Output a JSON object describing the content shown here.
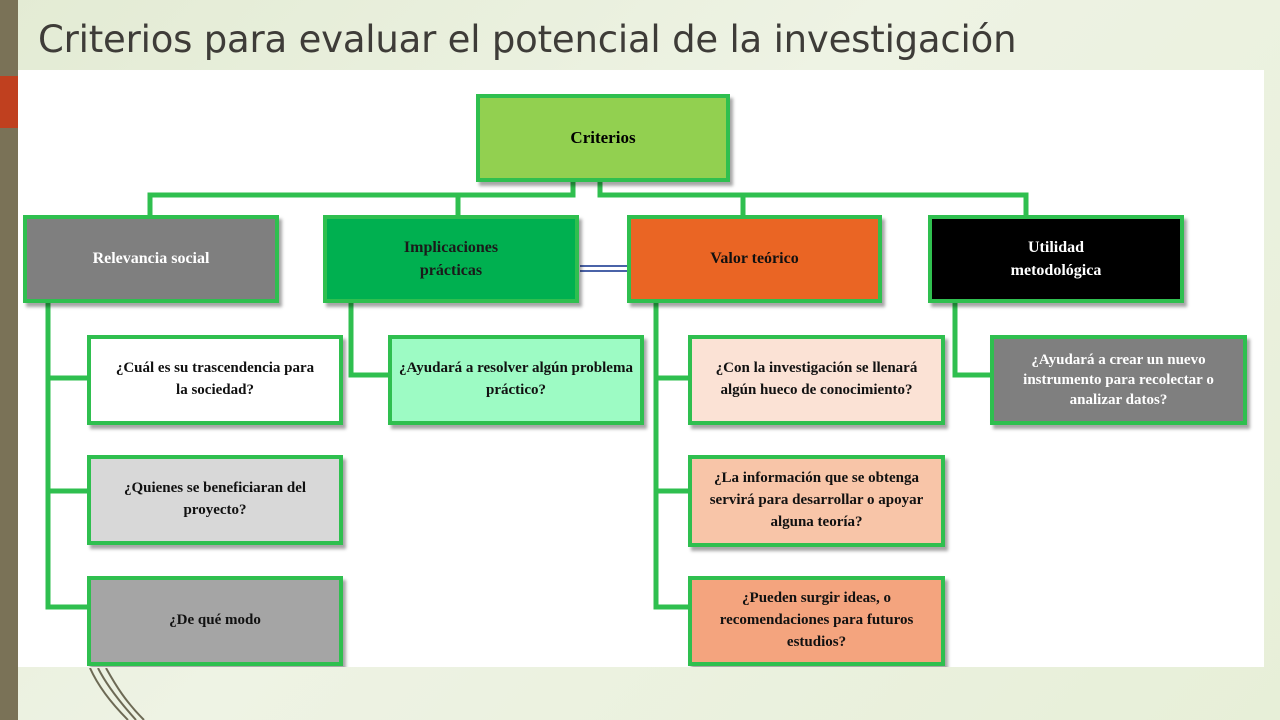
{
  "slide": {
    "title": "Criterios para evaluar el potencial de la investigación"
  },
  "diagram": {
    "root": {
      "label": "Criterios",
      "fill": "#92d050"
    },
    "categories": [
      {
        "label": "Relevancia social",
        "fill": "#7f7f7f",
        "text_color": "#ffffff",
        "questions": [
          {
            "text": "¿Cuál es su trascendencia para la sociedad?",
            "fill": "#ffffff"
          },
          {
            "text": "¿Quienes se beneficiaran del proyecto?",
            "fill": "#d8d8d8"
          },
          {
            "text": "¿De qué modo",
            "fill": "#a5a5a5"
          }
        ]
      },
      {
        "label": "Implicaciones prácticas",
        "fill": "#00b050",
        "text_color": "#1a1a1a",
        "questions": [
          {
            "text": "¿Ayudará a resolver algún problema práctico?",
            "fill": "#9dfbc4"
          }
        ]
      },
      {
        "label": "Valor teórico",
        "fill": "#ea6524",
        "text_color": "#111111",
        "questions": [
          {
            "text": "¿Con la investigación se llenará algún hueco de conocimiento?",
            "fill": "#fbe2d5"
          },
          {
            "text": "¿La información que se obtenga servirá para desarrollar o apoyar alguna teoría?",
            "fill": "#f8c5a8"
          },
          {
            "text": "¿Pueden surgir ideas, o recomendaciones para futuros estudios?",
            "fill": "#f4a47e"
          }
        ]
      },
      {
        "label": "Utilidad metodológica",
        "fill": "#000000",
        "text_color": "#ffffff",
        "questions": [
          {
            "text": "¿Ayudará a crear un nuevo instrumento para recolectar o analizar datos?",
            "fill": "#7f7f7f",
            "text_color": "#ffffff"
          }
        ]
      }
    ],
    "colors": {
      "connector": "#2fbf4f",
      "accent_bar": "#7a7257",
      "accent_red": "#c0401f"
    }
  }
}
